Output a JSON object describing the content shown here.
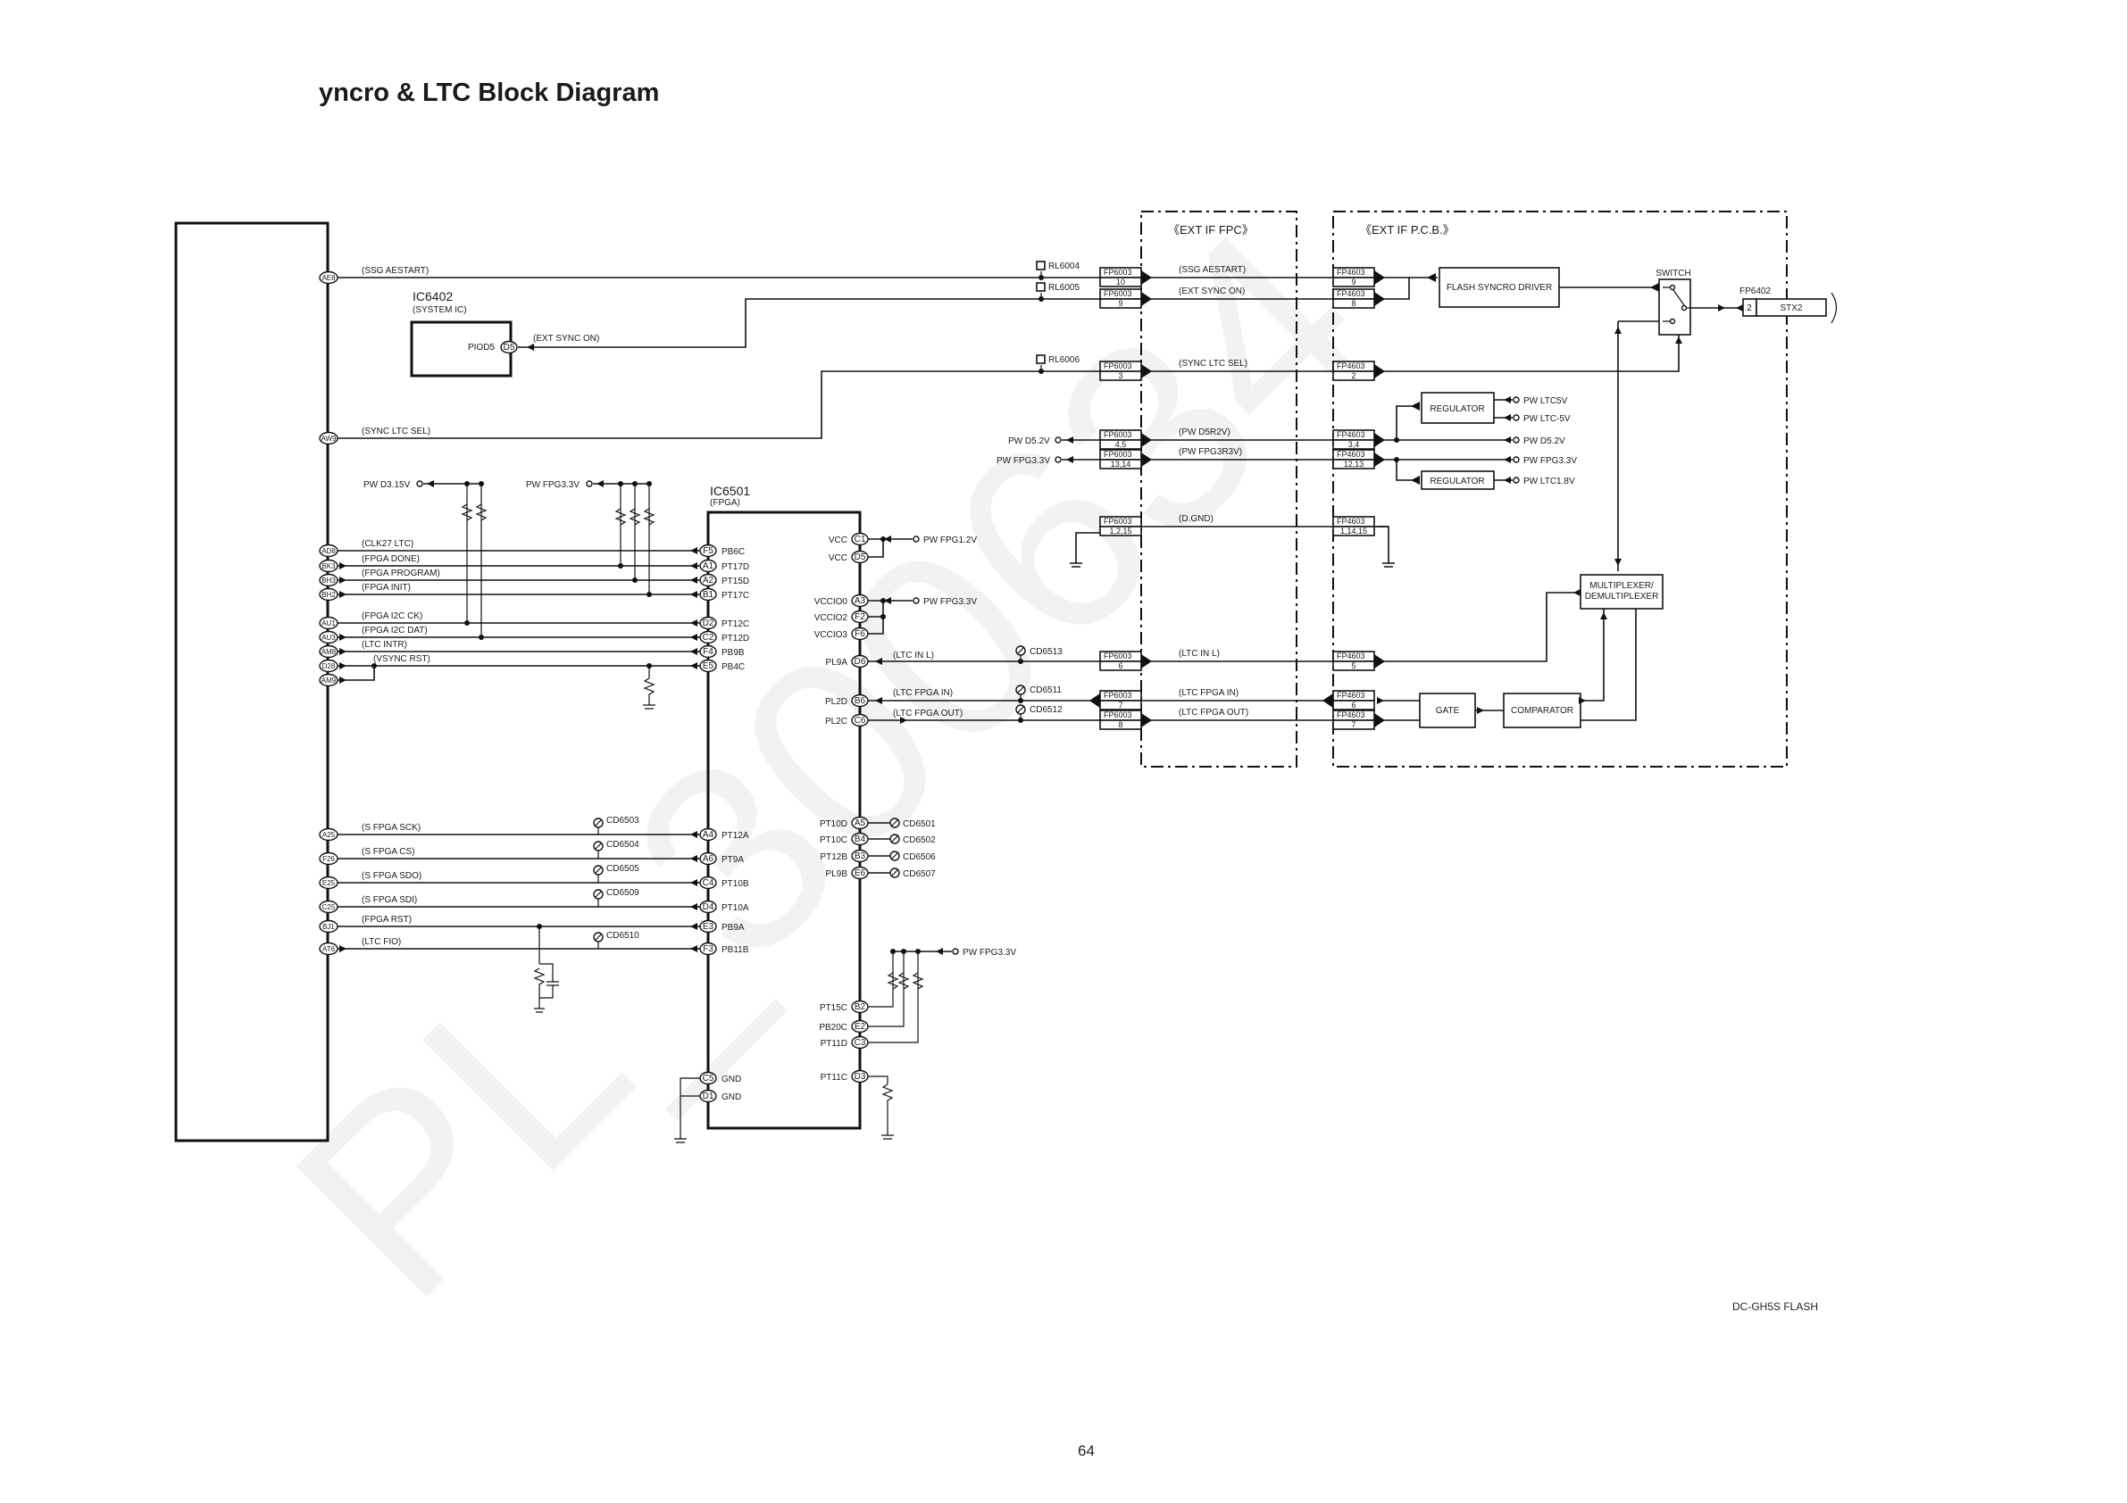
{
  "title": "yncro & LTC Block Diagram",
  "footer": {
    "model": "DC-GH5S  FLASH",
    "page_number": "64"
  },
  "watermark": "PL_300634",
  "regions": {
    "fpc": "《EXT IF FPC》",
    "pcb": "《EXT IF P.C.B.》"
  },
  "ics": {
    "system": {
      "name": "IC6402",
      "desc": "(SYSTEM IC)",
      "pin": "PIOD5",
      "pin_id": "D5"
    },
    "fpga": {
      "name": "IC6501",
      "desc": "(FPGA)"
    }
  },
  "main_pins": [
    {
      "id": "AE8",
      "signal": "(SSG AESTART)"
    },
    {
      "id": "AW9",
      "signal": "(SYNC LTC SEL)"
    },
    {
      "id": "AD8",
      "signal": "(CLK27 LTC)"
    },
    {
      "id": "BK3",
      "signal": "(FPGA DONE)"
    },
    {
      "id": "BH3",
      "signal": "(FPGA PROGRAM)"
    },
    {
      "id": "BH2",
      "signal": "(FPGA INIT)"
    },
    {
      "id": "AU1",
      "signal": "(FPGA I2C CK)"
    },
    {
      "id": "AU3",
      "signal": "(FPGA I2C DAT)"
    },
    {
      "id": "AM8",
      "signal": "(LTC INTR)"
    },
    {
      "id": "D28",
      "signal": "(VSYNC RST)"
    },
    {
      "id": "AM9",
      "signal": ""
    },
    {
      "id": "A25",
      "signal": "(S FPGA SCK)"
    },
    {
      "id": "F26",
      "signal": "(S FPGA CS)"
    },
    {
      "id": "E25",
      "signal": "(S FPGA SDO)"
    },
    {
      "id": "C25",
      "signal": "(S FPGA SDI)"
    },
    {
      "id": "BJ1",
      "signal": "(FPGA RST)"
    },
    {
      "id": "AT6",
      "signal": "(LTC FIO)"
    }
  ],
  "fpga_left_pins": [
    {
      "id": "F5",
      "name": "PB6C"
    },
    {
      "id": "A1",
      "name": "PT17D"
    },
    {
      "id": "A2",
      "name": "PT15D"
    },
    {
      "id": "B1",
      "name": "PT17C"
    },
    {
      "id": "D2",
      "name": "PT12C"
    },
    {
      "id": "C2",
      "name": "PT12D"
    },
    {
      "id": "F4",
      "name": "PB9B"
    },
    {
      "id": "E5",
      "name": "PB4C"
    },
    {
      "id": "A4",
      "name": "PT12A"
    },
    {
      "id": "A6",
      "name": "PT9A"
    },
    {
      "id": "C4",
      "name": "PT10B"
    },
    {
      "id": "D4",
      "name": "PT10A"
    },
    {
      "id": "E3",
      "name": "PB9A"
    },
    {
      "id": "F3",
      "name": "PB11B"
    },
    {
      "id": "C5",
      "name": "GND"
    },
    {
      "id": "D1",
      "name": "GND"
    }
  ],
  "fpga_right_pins": [
    {
      "id": "C1",
      "name": "VCC"
    },
    {
      "id": "D5",
      "name": "VCC"
    },
    {
      "id": "A3",
      "name": "VCCIO0"
    },
    {
      "id": "F2",
      "name": "VCCIO2"
    },
    {
      "id": "F6",
      "name": "VCCIO3"
    },
    {
      "id": "D6",
      "name": "PL9A"
    },
    {
      "id": "B6",
      "name": "PL2D"
    },
    {
      "id": "C6",
      "name": "PL2C"
    },
    {
      "id": "A5",
      "name": "PT10D"
    },
    {
      "id": "B4",
      "name": "PT10C"
    },
    {
      "id": "B3",
      "name": "PT12B"
    },
    {
      "id": "E6",
      "name": "PL9B"
    },
    {
      "id": "B2",
      "name": "PT15C"
    },
    {
      "id": "E2",
      "name": "PB20C"
    },
    {
      "id": "C3",
      "name": "PT11D"
    },
    {
      "id": "D3",
      "name": "PT11C"
    }
  ],
  "power": {
    "d315": "PW D3.15V",
    "fpg33": "PW FPG3.3V",
    "fpg12": "PW FPG1.2V",
    "d52": "PW D5.2V",
    "ltc5v": "PW LTC5V",
    "ltcm5v": "PW LTC-5V",
    "ltc18": "PW LTC1.8V"
  },
  "test_points": {
    "rl6004": "RL6004",
    "rl6005": "RL6005",
    "rl6006": "RL6006",
    "cd6513": "CD6513",
    "cd6511": "CD6511",
    "cd6512": "CD6512",
    "cd6503": "CD6503",
    "cd6504": "CD6504",
    "cd6505": "CD6505",
    "cd6509": "CD6509",
    "cd6510": "CD6510",
    "cd6501": "CD6501",
    "cd6502": "CD6502",
    "cd6506": "CD6506",
    "cd6507": "CD6507"
  },
  "connectors": {
    "fp6003": "FP6003",
    "fp4603": "FP4603",
    "fp6402": "FP6402",
    "fp6402_pin": "2",
    "stx2": "STX2"
  },
  "connector_rows": [
    {
      "fpc_pin": "10",
      "pcb_pin": "9",
      "signal": "(SSG AESTART)"
    },
    {
      "fpc_pin": "9",
      "pcb_pin": "8",
      "signal": "(EXT SYNC ON)"
    },
    {
      "fpc_pin": "3",
      "pcb_pin": "2",
      "signal": "(SYNC LTC SEL)"
    },
    {
      "fpc_pin": "4,5",
      "pcb_pin": "3,4",
      "signal": "(PW D5R2V)"
    },
    {
      "fpc_pin": "13,14",
      "pcb_pin": "12,13",
      "signal": "(PW FPG3R3V)"
    },
    {
      "fpc_pin": "1,2,15",
      "pcb_pin": "1,14,15",
      "signal": "(D.GND)"
    },
    {
      "fpc_pin": "6",
      "pcb_pin": "5",
      "signal": "(LTC IN L)"
    },
    {
      "fpc_pin": "7",
      "pcb_pin": "6",
      "signal": "(LTC FPGA IN)"
    },
    {
      "fpc_pin": "8",
      "pcb_pin": "7",
      "signal": "(LTC FPGA OUT)"
    }
  ],
  "signals": {
    "ext_sync_on": "(EXT SYNC ON)",
    "ltc_in_l": "(LTC IN L)",
    "ltc_fpga_in": "(LTC FPGA IN)",
    "ltc_fpga_out": "(LTC FPGA OUT)"
  },
  "blocks": {
    "flash_syncro_driver": "FLASH SYNCRO DRIVER",
    "switch": "SWITCH",
    "regulator": "REGULATOR",
    "mux_line1": "MULTIPLEXER/",
    "mux_line2": "DEMULTIPLEXER",
    "gate": "GATE",
    "comparator": "COMPARATOR"
  }
}
